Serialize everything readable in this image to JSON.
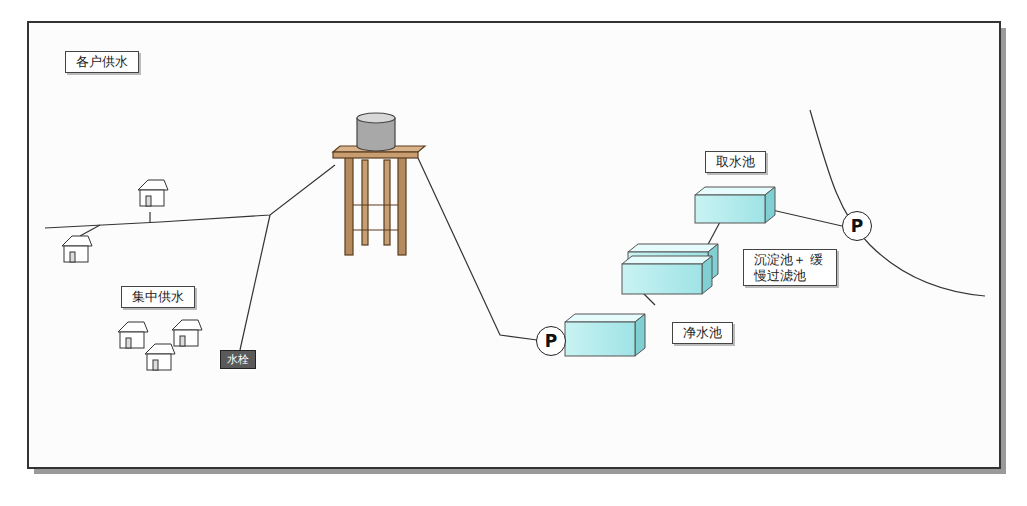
{
  "diagram": {
    "nodes": [
      {
        "text": [
          "各户供水"
        ]
      },
      {
        "text": [
          "集中供水"
        ]
      },
      {
        "text": [
          "水栓"
        ]
      },
      {
        "text": [
          "取水池"
        ]
      },
      {
        "text": [
          "沉淀池＋ 缓慢过滤池"
        ]
      },
      {
        "text": [
          "P"
        ]
      },
      {
        "text": [
          "净水池"
        ]
      },
      {
        "text": [
          "P"
        ]
      }
    ]
  }
}
